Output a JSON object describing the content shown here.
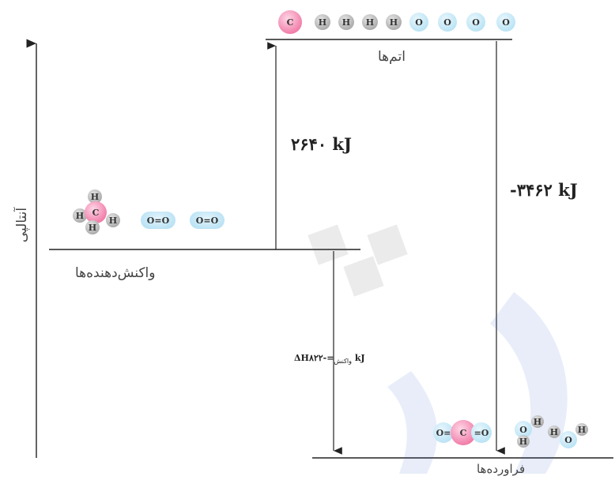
{
  "labels": {
    "axis": "آنتالپی",
    "atoms": "اتم‌ها",
    "reactants": "واکنش‌دهنده‌ها",
    "products": "فراورده‌ها"
  },
  "energies": {
    "atomization": "۲۶۴۰ kJ",
    "formation": "-۳۴۶۲ kJ",
    "dh_symbol": "ΔH",
    "dh_sub": "واکنش",
    "dh_value": "=-۸۲۲ kJ"
  },
  "atoms_row": [
    {
      "type": "C",
      "label": "C"
    },
    {
      "type": "H",
      "label": "H"
    },
    {
      "type": "H",
      "label": "H"
    },
    {
      "type": "H",
      "label": "H"
    },
    {
      "type": "H",
      "label": "H"
    },
    {
      "type": "O",
      "label": "O"
    },
    {
      "type": "O",
      "label": "O"
    },
    {
      "type": "O",
      "label": "O"
    },
    {
      "type": "O",
      "label": "O"
    }
  ],
  "reactant_molecules": {
    "methane": {
      "center": "C",
      "hydrogen": "H"
    },
    "oxygen": [
      "O=O",
      "O=O"
    ]
  },
  "product_molecules": {
    "co2": {
      "left": "O=",
      "center": "C",
      "right": "=O"
    },
    "water": {
      "oxygen": "O",
      "hydrogen": "H"
    }
  },
  "colors": {
    "carbon": "#f07aa6",
    "oxygen": "#b9e3f5",
    "hydrogen": "#a9a9a9",
    "lines": "#222222"
  }
}
